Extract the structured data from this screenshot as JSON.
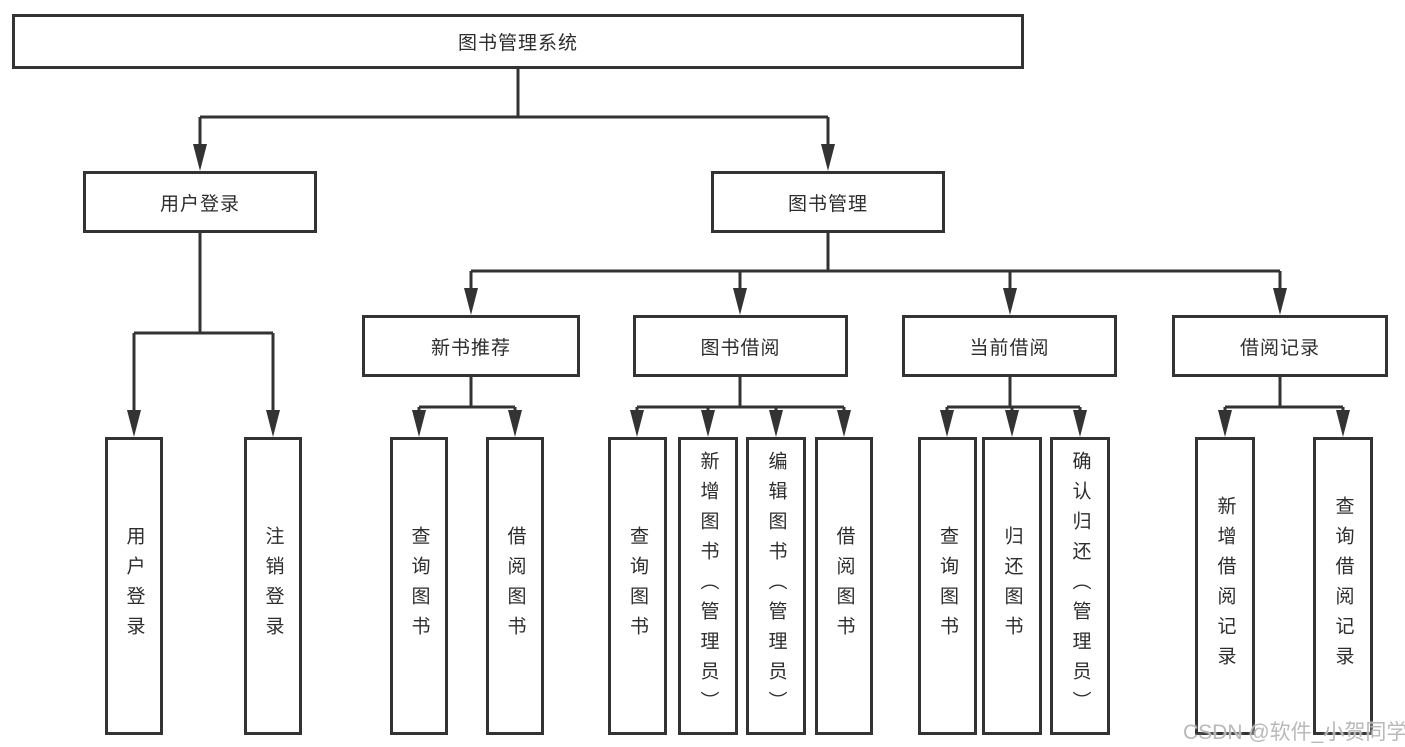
{
  "tree": {
    "label": "图书管理系统",
    "children": [
      {
        "label": "用户登录",
        "children": [
          {
            "label": "用户登录"
          },
          {
            "label": "注销登录"
          }
        ]
      },
      {
        "label": "图书管理",
        "children": [
          {
            "label": "新书推荐",
            "children": [
              {
                "label": "查询图书"
              },
              {
                "label": "借阅图书"
              }
            ]
          },
          {
            "label": "图书借阅",
            "children": [
              {
                "label": "查询图书"
              },
              {
                "label": "新增图书（管理员）"
              },
              {
                "label": "编辑图书（管理员）"
              },
              {
                "label": "借阅图书"
              }
            ]
          },
          {
            "label": "当前借阅",
            "children": [
              {
                "label": "查询图书"
              },
              {
                "label": "归还图书"
              },
              {
                "label": "确认归还（管理员）"
              }
            ]
          },
          {
            "label": "借阅记录",
            "children": [
              {
                "label": "新增借阅记录"
              },
              {
                "label": "查询借阅记录"
              }
            ]
          }
        ]
      }
    ]
  },
  "watermark": "CSDN @软件_小贺同学",
  "colors": {
    "line": "#333333",
    "box_border": "#333333",
    "text": "#2d2d2d",
    "watermark": "#b9b9b9",
    "background": "#ffffff"
  }
}
